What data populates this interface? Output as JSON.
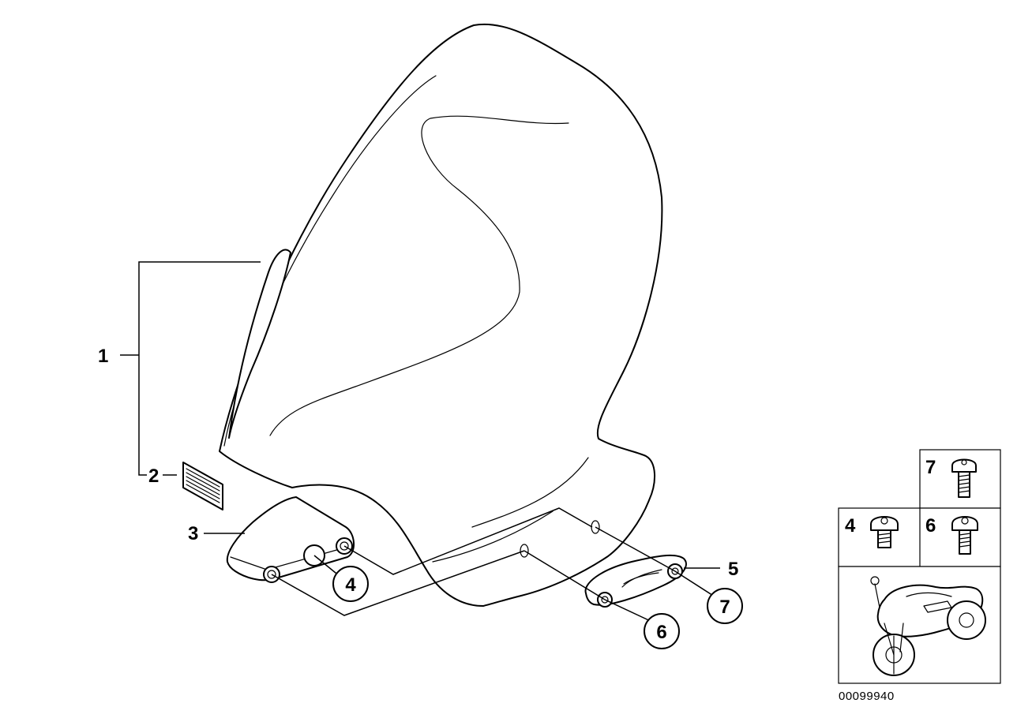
{
  "diagram": {
    "labels": {
      "part_1": "1",
      "part_2": "2",
      "part_3": "3",
      "part_5": "5",
      "callout_4": "4",
      "callout_6": "6",
      "callout_7": "7"
    },
    "legend": {
      "cell_7": "7",
      "cell_4": "4",
      "cell_6": "6"
    },
    "reference_number": "00099940"
  }
}
